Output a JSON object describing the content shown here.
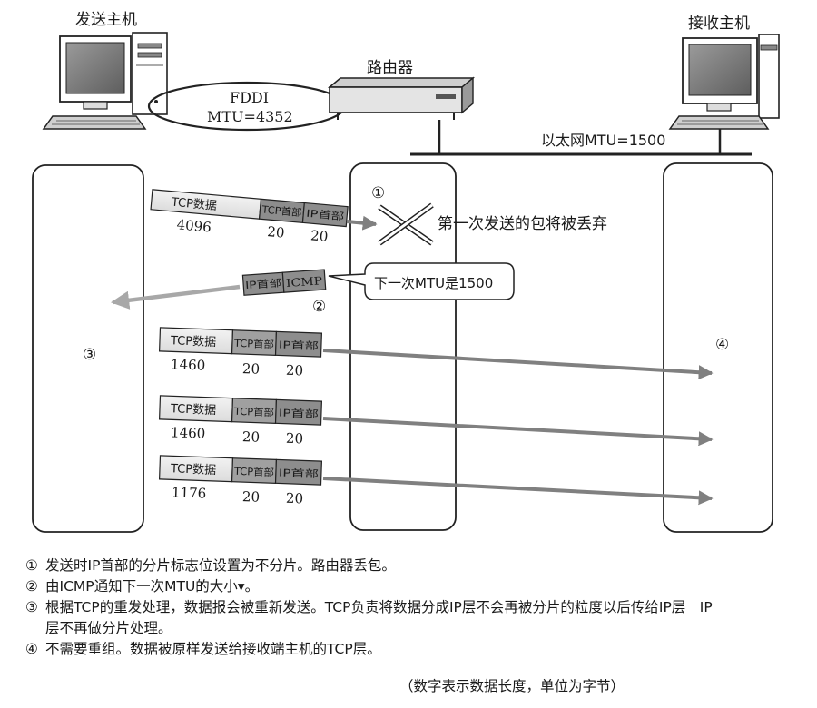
{
  "hosts": {
    "sender": "发送主机",
    "router": "路由器",
    "receiver": "接收主机"
  },
  "networks": {
    "fddi_name": "FDDI",
    "fddi_mtu": "MTU=4352",
    "ethernet": "以太网MTU=1500"
  },
  "markers": {
    "m1": "①",
    "m2": "②",
    "m3": "③",
    "m4": "④"
  },
  "first_packet": {
    "data_label": "TCP数据",
    "tcp_header": "TCP首部",
    "ip_header": "IP首部",
    "data_len": "4096",
    "tcp_len": "20",
    "ip_len": "20",
    "drop_text": "第一次发送的包将被丢弃"
  },
  "icmp_packet": {
    "ip_header": "IP首部",
    "icmp": "ICMP",
    "callout": "下一次MTU是1500"
  },
  "resent_packets": [
    {
      "data_label": "TCP数据",
      "tcp_header": "TCP首部",
      "ip_header": "IP首部",
      "data_len": "1460",
      "tcp_len": "20",
      "ip_len": "20"
    },
    {
      "data_label": "TCP数据",
      "tcp_header": "TCP首部",
      "ip_header": "IP首部",
      "data_len": "1460",
      "tcp_len": "20",
      "ip_len": "20"
    },
    {
      "data_label": "TCP数据",
      "tcp_header": "TCP首部",
      "ip_header": "IP首部",
      "data_len": "1176",
      "tcp_len": "20",
      "ip_len": "20"
    }
  ],
  "notes": [
    {
      "num": "①",
      "text": "发送时IP首部的分片标志位设置为不分片。路由器丢包。"
    },
    {
      "num": "②",
      "text": "由ICMP通知下一次MTU的大小▾。"
    },
    {
      "num": "③",
      "text": "根据TCP的重发处理，数据报会被重新发送。TCP负责将数据分成IP层不会再被分片的粒度以后传给IP层　IP层不再做分片处理。"
    },
    {
      "num": "④",
      "text": "不需要重组。数据被原样发送给接收端主机的TCP层。"
    }
  ],
  "unit_note": "（数字表示数据长度，单位为字节）"
}
